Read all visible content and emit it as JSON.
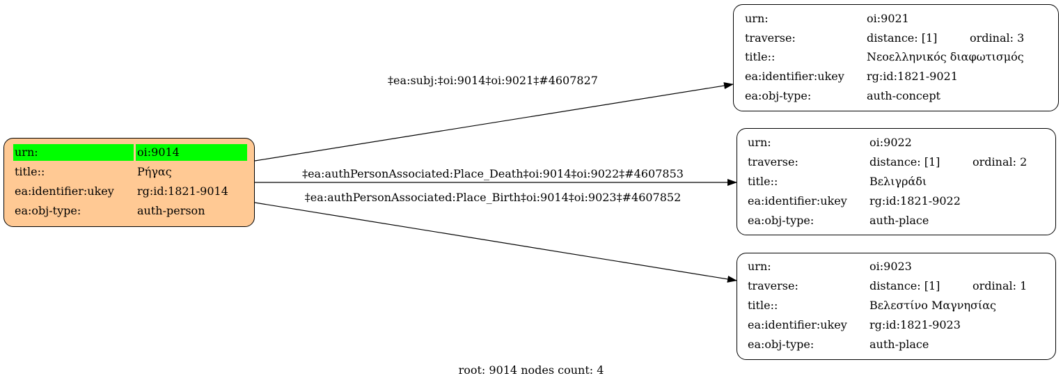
{
  "root": {
    "urn_key": "urn:",
    "urn": "oi:9014",
    "title_key": "title::",
    "title": "Ρήγας",
    "ukey_key": "ea:identifier:ukey",
    "ukey": "rg:id:1821-9014",
    "type_key": "ea:obj-type:",
    "type": "auth-person",
    "fill": "#ffc994",
    "highlight": "#00ff00"
  },
  "nodes": [
    {
      "urn_key": "urn:",
      "urn": "oi:9021",
      "traverse_key": "traverse:",
      "distance": "distance: [1]",
      "ordinal": "ordinal: 3",
      "title_key": "title::",
      "title": "Νεοελληνικός διαφωτισμός",
      "ukey_key": "ea:identifier:ukey",
      "ukey": "rg:id:1821-9021",
      "type_key": "ea:obj-type:",
      "type": "auth-concept"
    },
    {
      "urn_key": "urn:",
      "urn": "oi:9022",
      "traverse_key": "traverse:",
      "distance": "distance: [1]",
      "ordinal": "ordinal: 2",
      "title_key": "title::",
      "title": "Βελιγράδι",
      "ukey_key": "ea:identifier:ukey",
      "ukey": "rg:id:1821-9022",
      "type_key": "ea:obj-type:",
      "type": "auth-place"
    },
    {
      "urn_key": "urn:",
      "urn": "oi:9023",
      "traverse_key": "traverse:",
      "distance": "distance: [1]",
      "ordinal": "ordinal: 1",
      "title_key": "title::",
      "title": "Βελεστίνο Μαγνησίας",
      "ukey_key": "ea:identifier:ukey",
      "ukey": "rg:id:1821-9023",
      "type_key": "ea:obj-type:",
      "type": "auth-place"
    }
  ],
  "edges": [
    {
      "label": "‡ea:subj:‡oi:9014‡oi:9021‡#4607827"
    },
    {
      "label": "‡ea:authPersonAssociated:Place_Death‡oi:9014‡oi:9022‡#4607853"
    },
    {
      "label": "‡ea:authPersonAssociated:Place_Birth‡oi:9014‡oi:9023‡#4607852"
    }
  ],
  "footer": "root: 9014 nodes count: 4"
}
